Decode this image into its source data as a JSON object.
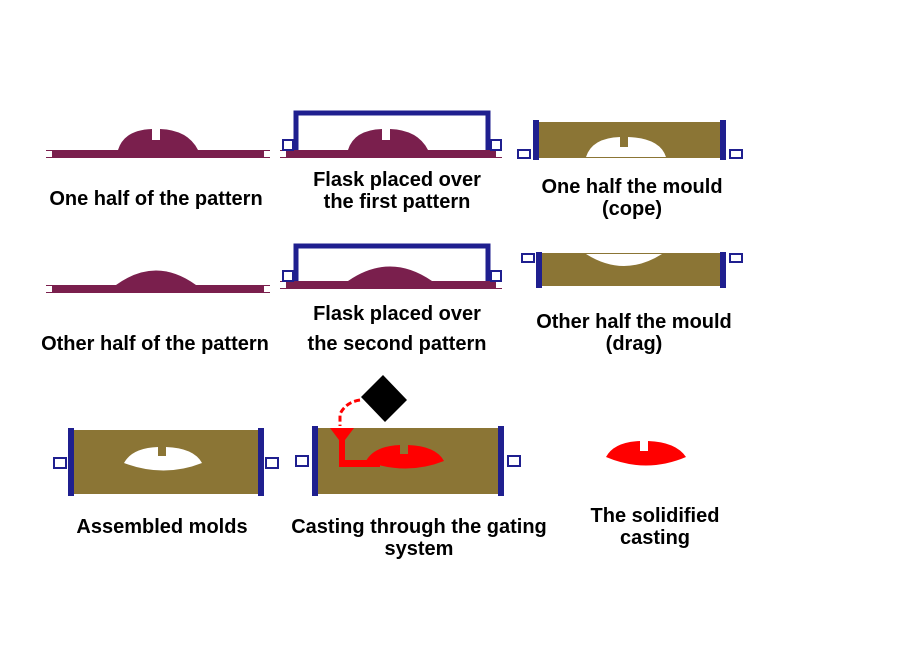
{
  "colors": {
    "pattern": "#7a1f4d",
    "flask": "#1f1f8f",
    "sand": "#8b7535",
    "cavity": "#ffffff",
    "metal": "#ff0000",
    "ladle": "#000000",
    "text": "#000000"
  },
  "captions": {
    "step1": {
      "line1": "One half of the pattern"
    },
    "step2": {
      "line1": "Flask placed over",
      "line2": "the first pattern"
    },
    "step3": {
      "line1": "One half  the mould",
      "line2": "(cope)"
    },
    "step4": {
      "line1": "Other half of the pattern"
    },
    "step5": {
      "line1": "Flask placed over",
      "line2": "the second pattern"
    },
    "step6": {
      "line1": "Other half  the mould",
      "line2": "(drag)"
    },
    "step7": {
      "line1": "Assembled molds"
    },
    "step8": {
      "line1": "Casting through the gating",
      "line2": "system"
    },
    "step9": {
      "line1": "The solidified",
      "line2": "casting"
    }
  }
}
